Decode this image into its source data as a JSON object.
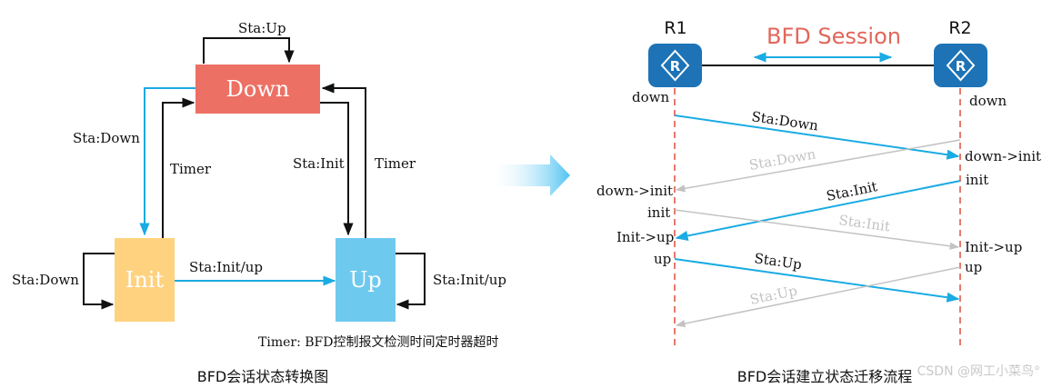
{
  "colors": {
    "down": "#EC7063",
    "init": "#FFD27F",
    "up": "#6EC9EF",
    "blue": "#1AABE3",
    "gray": "#C3C3C3",
    "black": "#111111",
    "lifeline": "#E05A4A",
    "router": "#1D73B6",
    "session": "#E2665A"
  },
  "state_diagram": {
    "states": {
      "down": "Down",
      "init": "Init",
      "up": "Up"
    },
    "labels": {
      "sta_up": "Sta:Up",
      "sta_down_left": "Sta:Down",
      "timer_left": "Timer",
      "sta_init": "Sta:Init",
      "timer_right": "Timer",
      "sta_down_self": "Sta:Down",
      "sta_init_up": "Sta:Init/up",
      "sta_init_up_self": "Sta:Init/up"
    },
    "timer_note": "Timer: BFD控制报文检测时间定时器超时",
    "caption": "BFD会话状态转换图"
  },
  "sequence_diagram": {
    "r1": "R1",
    "r2": "R2",
    "router_glyph": "R",
    "session_label": "BFD Session",
    "r1_labels": {
      "down": "down",
      "down_init": "down->init",
      "init": "init",
      "init_up": "Init->up",
      "up": "up"
    },
    "r2_labels": {
      "down": "down",
      "down_init": "down->init",
      "init": "init",
      "init_up": "Init->up",
      "up": "up"
    },
    "messages": {
      "m1": "Sta:Down",
      "m2": "Sta:Down",
      "m3": "Sta:Init",
      "m4": "Sta:Init",
      "m5": "Sta:Up",
      "m6": "Sta:Up"
    },
    "caption": "BFD会话建立状态迁移流程"
  },
  "watermark": "CSDN @网工小菜鸟°"
}
